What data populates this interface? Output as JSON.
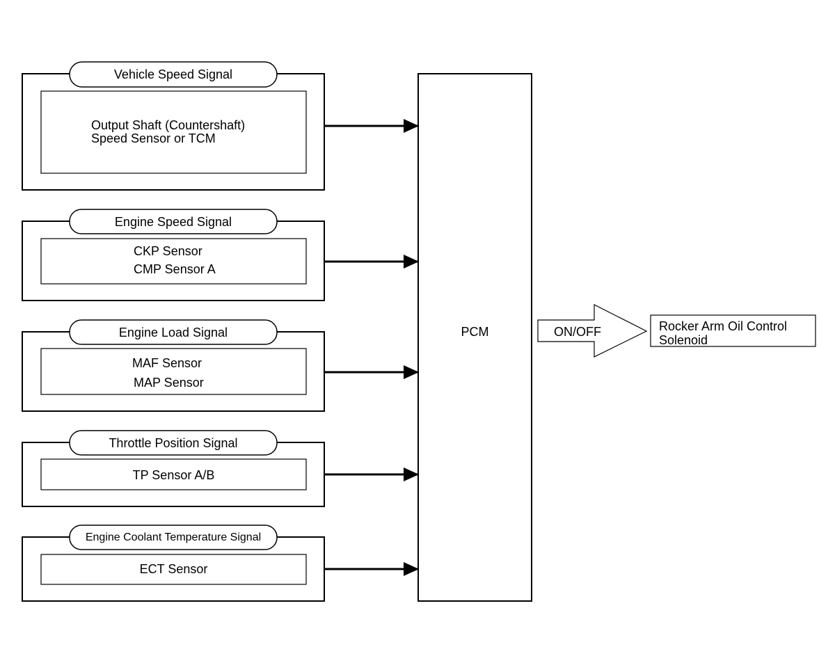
{
  "groups": [
    {
      "signal": "Vehicle Speed Signal",
      "lines": [
        "Output Shaft (Countershaft)",
        "Speed Sensor or TCM"
      ]
    },
    {
      "signal": "Engine Speed Signal",
      "lines": [
        "CKP Sensor",
        "CMP Sensor A"
      ]
    },
    {
      "signal": "Engine Load Signal",
      "lines": [
        "MAF Sensor",
        "MAP Sensor"
      ]
    },
    {
      "signal": "Throttle Position Signal",
      "lines": [
        "TP Sensor A/B"
      ]
    },
    {
      "signal": "Engine Coolant Temperature Signal",
      "lines": [
        "ECT Sensor"
      ]
    }
  ],
  "pcm": {
    "label": "PCM"
  },
  "output": {
    "arrow_label": "ON/OFF",
    "target_lines": [
      "Rocker Arm Oil Control",
      "Solenoid"
    ]
  },
  "colors": {
    "line": "#000000",
    "background": "#ffffff"
  }
}
